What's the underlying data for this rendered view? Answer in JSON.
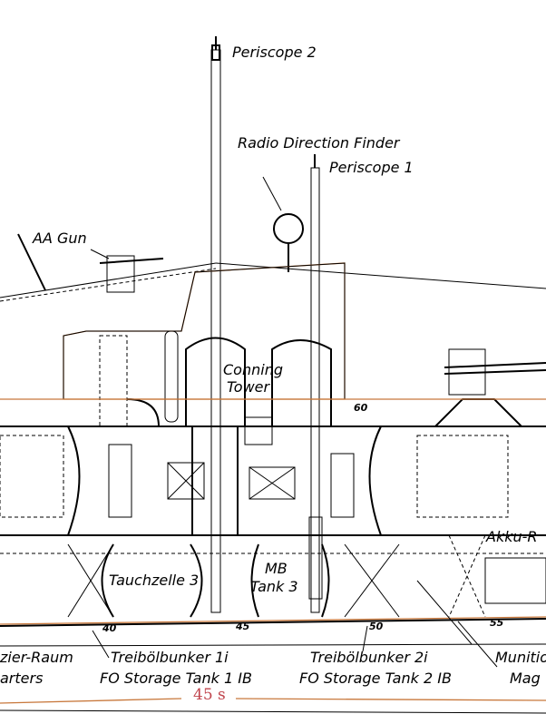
{
  "labels": {
    "periscope2": "Periscope 2",
    "radio_df": "Radio Direction Finder",
    "periscope1": "Periscope 1",
    "aa_gun": "AA Gun",
    "conning_tower_1": "Conning",
    "conning_tower_2": "Tower",
    "tauchzelle": "Tauchzelle 3",
    "mb_tank_1": "MB",
    "mb_tank_2": "Tank 3",
    "akku": "Akku-R",
    "offizier_raum": "zier-Raum",
    "quarters": "arters",
    "treib1": "Treibölbunker 1i",
    "fo1": "FO Storage Tank 1 IB",
    "treib2": "Treibölbunker 2i",
    "fo2": "FO Storage Tank 2 IB",
    "munition": "Munitio",
    "magazine": "Mag"
  },
  "frame_numbers": {
    "f60": "60",
    "f40": "40",
    "f45": "45",
    "f50": "50",
    "f55": "55"
  },
  "page_number": "45 s",
  "colors": {
    "ink": "#000000",
    "hull_outline": "#c8783c",
    "page_number": "#c0444c"
  }
}
